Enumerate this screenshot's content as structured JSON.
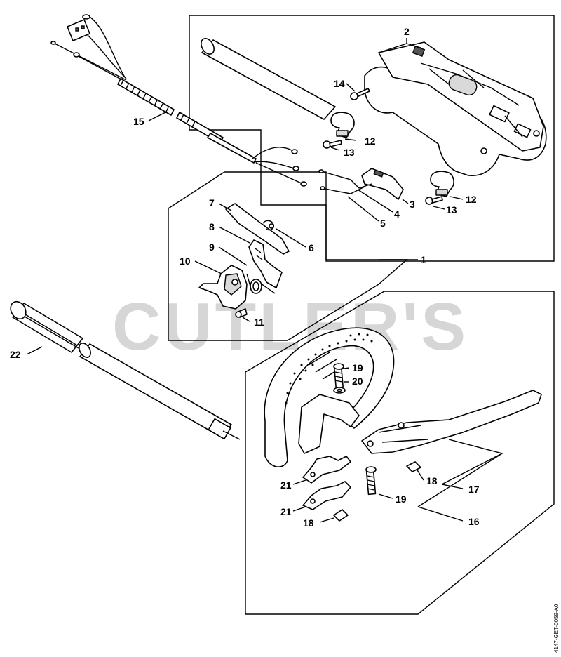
{
  "watermark": "CUTLER'S",
  "drawing_ref": "4147-GET-0059-A0",
  "labels": {
    "p1": "1",
    "p2": "2",
    "p3": "3",
    "p4": "4",
    "p5": "5",
    "p6": "6",
    "p7": "7",
    "p8": "8",
    "p9": "9",
    "p10": "10",
    "p11": "11",
    "p12a": "12",
    "p12b": "12",
    "p13a": "13",
    "p13b": "13",
    "p14": "14",
    "p15": "15",
    "p16": "16",
    "p17": "17",
    "p18a": "18",
    "p18b": "18",
    "p19a": "19",
    "p19b": "19",
    "p20": "20",
    "p21a": "21",
    "p21b": "21",
    "p22": "22"
  }
}
